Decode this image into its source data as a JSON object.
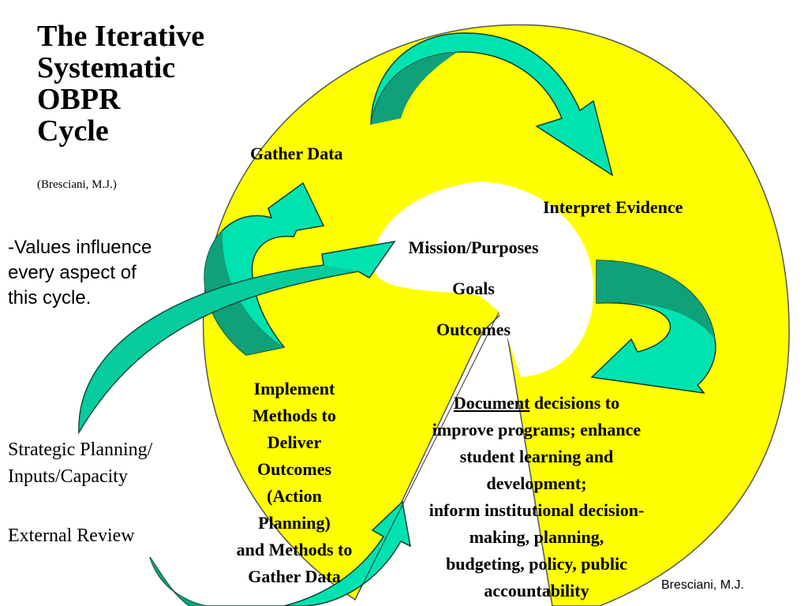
{
  "colors": {
    "ring_fill": "#ffff00",
    "arrow_fill": "#00e3b1",
    "arrow_shade": "#10a07a",
    "arrow_stroke": "#0a3d2e",
    "text": "#000000"
  },
  "title": {
    "lines": [
      "The Iterative",
      "Systematic",
      "OBPR",
      "Cycle"
    ],
    "credit": "(Bresciani, M.J.)"
  },
  "side_notes": {
    "values_lines": [
      "-Values influence",
      "every aspect of",
      "this cycle."
    ],
    "strategic_lines": [
      "Strategic Planning/",
      "Inputs/Capacity"
    ],
    "external_review": "External Review"
  },
  "cycle": {
    "gather_data": "Gather Data",
    "interpret_evidence": "Interpret Evidence",
    "core": [
      "Mission/Purposes",
      "Goals",
      "Outcomes"
    ],
    "implement_lines": [
      "Implement",
      "Methods to",
      "Deliver",
      "Outcomes",
      "(Action",
      "Planning)",
      "and Methods to",
      "Gather Data"
    ],
    "document_word": "Document",
    "document_rest": " decisions to",
    "document_lines": [
      "improve programs; enhance",
      "student learning and",
      "development;",
      "inform institutional decision-",
      "making, planning,",
      "budgeting, policy, public",
      "accountability"
    ]
  },
  "footer_credit": "Bresciani, M.J."
}
